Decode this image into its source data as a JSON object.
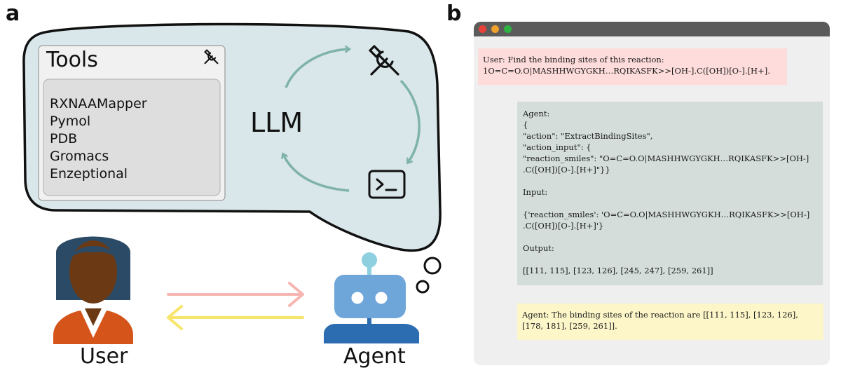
{
  "panels": {
    "a": "a",
    "b": "b"
  },
  "tools": {
    "title": "Tools",
    "icon": "wrench-screwdriver-icon",
    "items": [
      "RXNAAMapper",
      "Pymol",
      "PDB",
      "Gromacs",
      "Enzeptional"
    ]
  },
  "cycle": {
    "center_label": "LLM",
    "top_icon": "wrench-screwdriver-icon",
    "bottom_icon": "terminal-icon"
  },
  "actors": {
    "user_label": "User",
    "agent_label": "Agent",
    "to_agent_arrow_color": "#f6b5b0",
    "to_user_arrow_color": "#f7e46a"
  },
  "colors": {
    "bubble_fill": "#d9e6ea",
    "cycle_arrows": "#7fb3a9",
    "user_shirt": "#d5541a",
    "robot_body": "#6fa6d9",
    "robot_base": "#2c6cb0"
  },
  "chat": {
    "window_buttons": [
      "close",
      "minimize",
      "maximize"
    ],
    "user_message": "User: Find the binding sites of this reaction:\n1O=C=O.O|MASHHWGYGKH…RQIKASFK>>[OH-].C([OH])[O-].[H+].",
    "agent_message": "Agent:\n{\n\"action\": \"ExtractBindingSites\",\n\"action_input\": {\n\"reaction_smiles\": \"O=C=O.O|MASHHWGYGKH…RQIKASFK>>[OH-]\n.C([OH])[O-].[H+]\"}}\n\nInput:\n\n{'reaction_smiles': 'O=C=O.O|MASHHWGYGKH…RQIKASFK>>[OH-]\n.C([OH])[O-].[H+]'}\n\nOutput:\n\n[[111, 115], [123, 126], [245, 247], [259, 261]]",
    "agent_answer": "Agent: The binding sites of the reaction are [[111, 115], [123, 126],\n[178, 181], [259, 261]]."
  }
}
